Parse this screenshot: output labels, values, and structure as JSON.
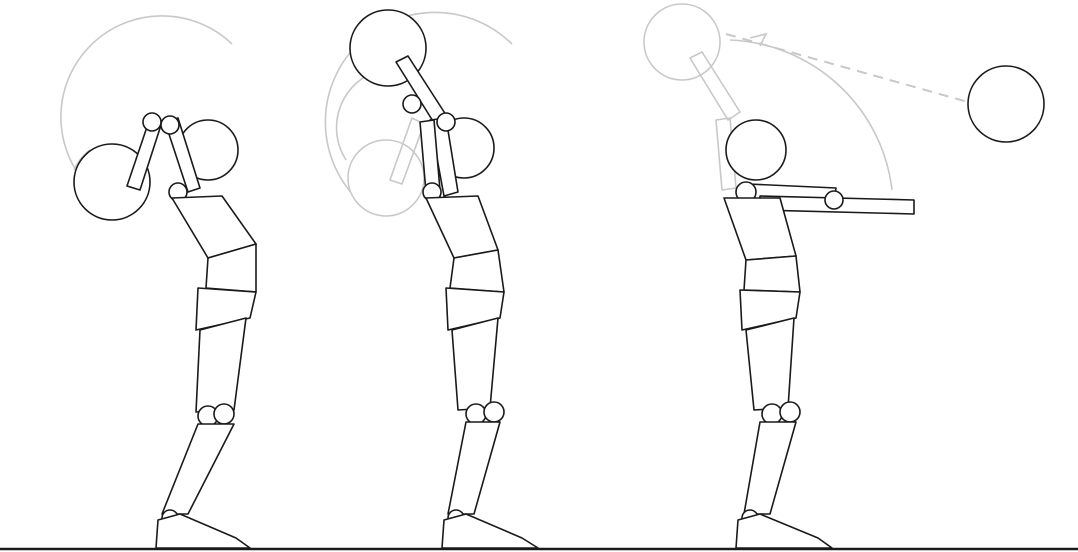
{
  "diagram": {
    "frames": [
      {
        "id": "frame-1",
        "pose": "windup-ball-behind-head",
        "ball": "solid-behind-head",
        "ghost_ball": "arc-above"
      },
      {
        "id": "frame-2",
        "pose": "arms-raised-overhead",
        "ball": "solid-overhead",
        "ghost_ball": "lower-behind-head"
      },
      {
        "id": "frame-3",
        "pose": "release-arms-forward",
        "ball": "solid-released-forward",
        "ghost_ball": "overhead-start"
      }
    ],
    "colors": {
      "ink": "#1a1a1a",
      "ghost": "#c8c8c8",
      "background": "#ffffff"
    }
  }
}
